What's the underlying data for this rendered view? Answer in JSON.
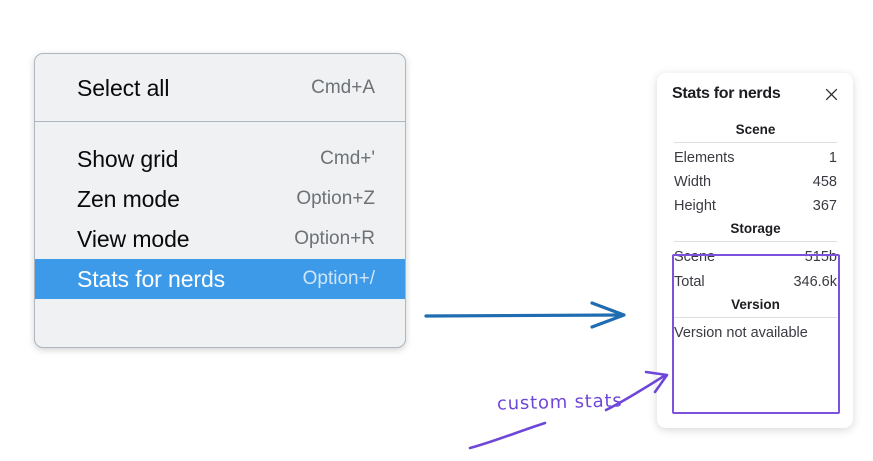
{
  "context_menu": {
    "name": "canvas-context-menu",
    "groups": [
      {
        "items": [
          {
            "label": "Select all",
            "shortcut": "Cmd+A",
            "selected": false
          }
        ]
      },
      {
        "items": [
          {
            "label": "Show grid",
            "shortcut": "Cmd+'",
            "selected": false
          },
          {
            "label": "Zen mode",
            "shortcut": "Option+Z",
            "selected": false
          },
          {
            "label": "View mode",
            "shortcut": "Option+R",
            "selected": false
          },
          {
            "label": "Stats for nerds",
            "shortcut": "Option+/",
            "selected": true
          }
        ]
      }
    ]
  },
  "stats_panel": {
    "title": "Stats for nerds",
    "close_icon": "close-icon",
    "sections": [
      {
        "title": "Scene",
        "rows": [
          {
            "key": "Elements",
            "value": "1"
          },
          {
            "key": "Width",
            "value": "458"
          },
          {
            "key": "Height",
            "value": "367"
          }
        ]
      },
      {
        "title": "Storage",
        "rows": [
          {
            "key": "Scene",
            "value": "515b"
          },
          {
            "key": "Total",
            "value": "346.6k"
          }
        ]
      },
      {
        "title": "Version",
        "full_row": "Version not available"
      }
    ]
  },
  "annotations": {
    "custom_stats_label": "custom stats",
    "blue_arrow_color": "#1f6cb0",
    "purple_color": "#6f47d8",
    "highlight_color": "#7c51dd"
  }
}
